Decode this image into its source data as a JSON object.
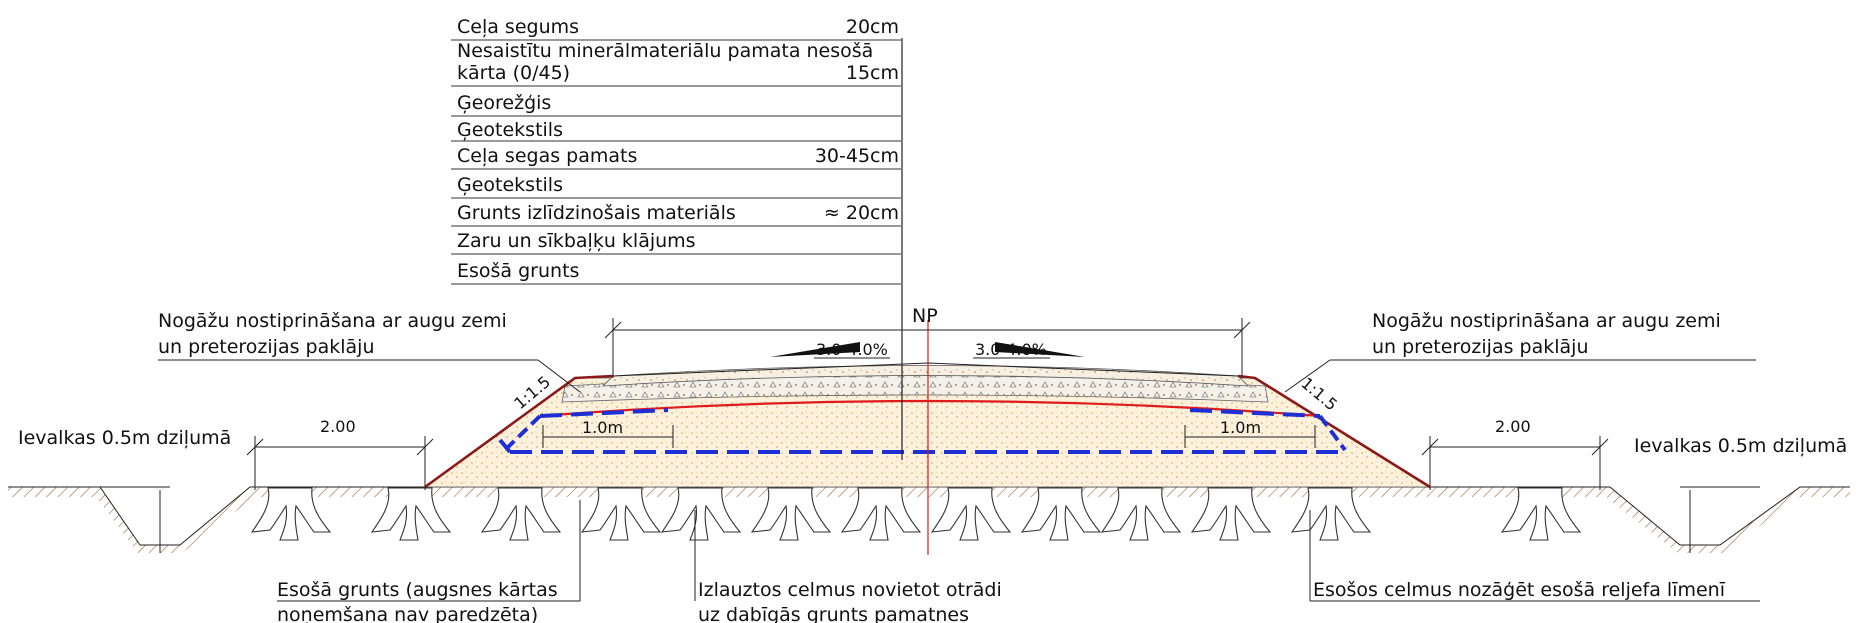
{
  "layers": [
    {
      "name": "Ceļa segums",
      "value": "20cm"
    },
    {
      "name": "Nesaistītu minerālmateriālu pamata nesošā",
      "value": ""
    },
    {
      "name": "kārta (0/45)",
      "value": "15cm"
    },
    {
      "name": "Ģeorežģis",
      "value": ""
    },
    {
      "name": "Ģeotekstils",
      "value": ""
    },
    {
      "name": "Ceļa segas pamats",
      "value": "30-45cm"
    },
    {
      "name": "Ģeotekstils",
      "value": ""
    },
    {
      "name": "Grunts izlīdzinošais materiāls",
      "value": "≈ 20cm"
    },
    {
      "name": "Zaru un sīkbaļķu klājums",
      "value": ""
    },
    {
      "name": "Esošā grunts",
      "value": ""
    }
  ],
  "axis_label": "NP",
  "slope_left": "3.0-4.0%",
  "slope_right": "3.0-4.0%",
  "side_slope_left": "1:1.5",
  "side_slope_right": "1:1.5",
  "dim_geogrid_left": "1.0m",
  "dim_geogrid_right": "1.0m",
  "dim_berm_left": "2.00",
  "dim_berm_right": "2.00",
  "slope_note_left": [
    "Nogāžu nostiprināšana ar augu zemi",
    "un preterozijas paklāju"
  ],
  "slope_note_right": [
    "Nogāžu nostiprināšana ar augu zemi",
    "un preterozijas paklāju"
  ],
  "ditch_left": "Ievalkas 0.5m dziļumā",
  "ditch_right": "Ievalkas 0.5m dziļumā",
  "bottom_left": [
    "Esošā grunts (augsnes kārtas",
    "noņemšana nav paredzēta)"
  ],
  "bottom_center": [
    "Izlauztos celmus novietot otrādi",
    "uz dabīgās grunts pamatnes"
  ],
  "bottom_right": "Esošos celmus nozāģēt esošā reljefa līmenī",
  "colors": {
    "slope_line": "#8b1a1a",
    "geogrid": "#1f2fd6",
    "geotextile": "#e01b1b",
    "fill_sand": "#f7e6c4",
    "axis": "#e01b1b"
  }
}
